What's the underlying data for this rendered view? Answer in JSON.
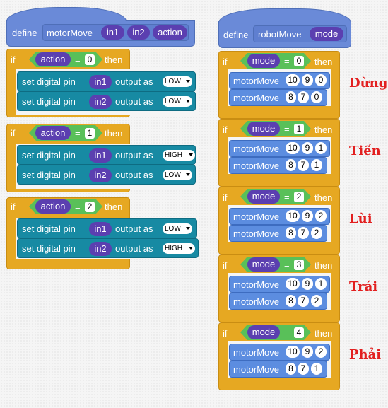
{
  "left_script": {
    "define": {
      "keyword": "define",
      "name": "motorMove",
      "params": [
        "in1",
        "in2",
        "action"
      ]
    },
    "ifs": [
      {
        "keyword": "if",
        "var": "action",
        "value": "0",
        "then": "then",
        "set_text": "set digital pin",
        "output_text": "output as",
        "commands": [
          {
            "pin": "in1",
            "value": "LOW"
          },
          {
            "pin": "in2",
            "value": "LOW"
          }
        ]
      },
      {
        "keyword": "if",
        "var": "action",
        "value": "1",
        "then": "then",
        "set_text": "set digital pin",
        "output_text": "output as",
        "commands": [
          {
            "pin": "in1",
            "value": "HIGH"
          },
          {
            "pin": "in2",
            "value": "LOW"
          }
        ]
      },
      {
        "keyword": "if",
        "var": "action",
        "value": "2",
        "then": "then",
        "set_text": "set digital pin",
        "output_text": "output as",
        "commands": [
          {
            "pin": "in1",
            "value": "LOW"
          },
          {
            "pin": "in2",
            "value": "HIGH"
          }
        ]
      }
    ]
  },
  "right_script": {
    "define": {
      "keyword": "define",
      "name": "robotMove",
      "params": [
        "mode"
      ]
    },
    "ifs": [
      {
        "keyword": "if",
        "var": "mode",
        "value": "0",
        "then": "then",
        "label": "Dừng",
        "commands": [
          {
            "name": "motorMove",
            "args": [
              "10",
              "9",
              "0"
            ]
          },
          {
            "name": "motorMove",
            "args": [
              "8",
              "7",
              "0"
            ]
          }
        ]
      },
      {
        "keyword": "if",
        "var": "mode",
        "value": "1",
        "then": "then",
        "label": "Tiến",
        "commands": [
          {
            "name": "motorMove",
            "args": [
              "10",
              "9",
              "1"
            ]
          },
          {
            "name": "motorMove",
            "args": [
              "8",
              "7",
              "1"
            ]
          }
        ]
      },
      {
        "keyword": "if",
        "var": "mode",
        "value": "2",
        "then": "then",
        "label": "Lùi",
        "commands": [
          {
            "name": "motorMove",
            "args": [
              "10",
              "9",
              "2"
            ]
          },
          {
            "name": "motorMove",
            "args": [
              "8",
              "7",
              "2"
            ]
          }
        ]
      },
      {
        "keyword": "if",
        "var": "mode",
        "value": "3",
        "then": "then",
        "label": "Trái",
        "commands": [
          {
            "name": "motorMove",
            "args": [
              "10",
              "9",
              "1"
            ]
          },
          {
            "name": "motorMove",
            "args": [
              "8",
              "7",
              "2"
            ]
          }
        ]
      },
      {
        "keyword": "if",
        "var": "mode",
        "value": "4",
        "then": "then",
        "label": "Phải",
        "commands": [
          {
            "name": "motorMove",
            "args": [
              "10",
              "9",
              "2"
            ]
          },
          {
            "name": "motorMove",
            "args": [
              "8",
              "7",
              "1"
            ]
          }
        ]
      }
    ]
  }
}
